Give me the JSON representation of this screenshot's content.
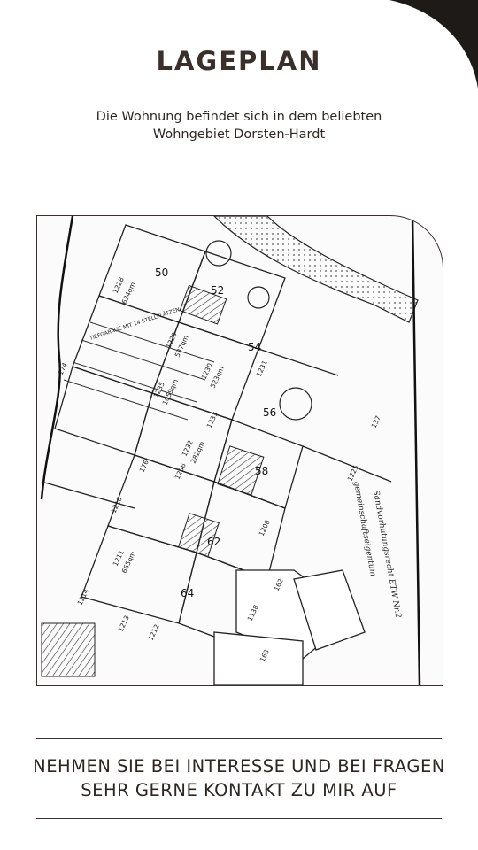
{
  "page": {
    "title": "LAGEPLAN",
    "subtitle_line1": "Die Wohnung befindet sich in dem beliebten",
    "subtitle_line2": "Wohngebiet Dorsten-Hardt",
    "contact_line1": "NEHMEN SIE BEI INTERESSE UND BEI FRAGEN",
    "contact_line2": "SEHR GERNE KONTAKT ZU MIR AUF",
    "accent_color": "#1e1a17",
    "text_color": "#3a2f2b"
  },
  "plan": {
    "plot_numbers": [
      "50",
      "52",
      "54",
      "56",
      "58",
      "62",
      "64"
    ],
    "parcel_labels": [
      "1228",
      "624qm",
      "1229",
      "537qm",
      "1230",
      "523qm",
      "1235",
      "1059qm",
      "1233",
      "1231",
      "1232",
      "282qm",
      "1236",
      "1210",
      "1211",
      "665qm",
      "1208",
      "1212",
      "1213",
      "1214",
      "1225",
      "1138",
      "162",
      "163",
      "176",
      "174",
      "137"
    ],
    "handwriting": [
      "Sandvorhutungsrecht ETW Nr.2",
      "gemeinschaftseigentum"
    ],
    "street_label": "TIEFGARAGE MIT 14 STELLPLÄTZEN"
  }
}
